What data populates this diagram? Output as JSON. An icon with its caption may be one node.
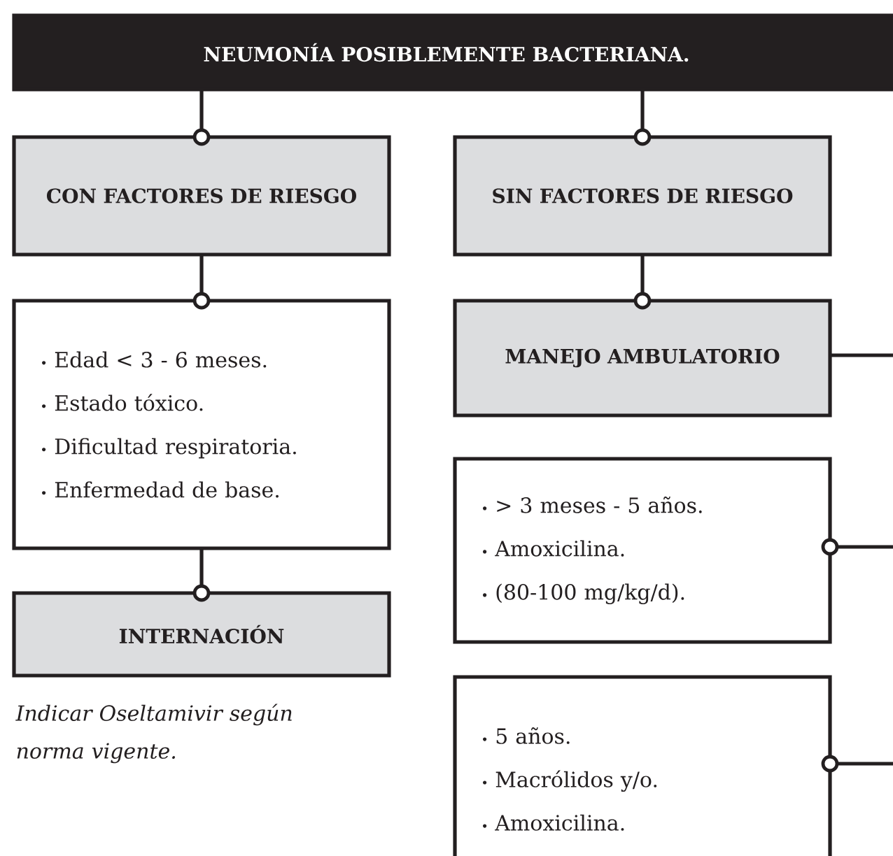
{
  "diagram": {
    "nodes": [
      {
        "text": [
          "NEUMONÍA POSIBLEMENTE BACTERIANA."
        ]
      },
      {
        "text": [
          "CON FACTORES DE RIESGO"
        ]
      },
      {
        "text": [
          "SIN FACTORES DE RIESGO"
        ]
      },
      {
        "text": [
          "Edad < 3 - 6 meses.",
          "Estado tóxico.",
          "Dificultad respiratoria.",
          "Enfermedad de base."
        ]
      },
      {
        "text": [
          "INTERNACIÓN"
        ]
      },
      {
        "text": [
          "MANEJO AMBULATORIO"
        ]
      },
      {
        "text": [
          "> 3 meses - 5 años.",
          "Amoxicilina.",
          "(80-100 mg/kg/d)."
        ]
      },
      {
        "text": [
          "5 años.",
          "Macrólidos y/o.",
          "Amoxicilina."
        ]
      }
    ],
    "edges": [
      {
        "from": 0,
        "to": 1,
        "arrow": "other"
      },
      {
        "from": 0,
        "to": 2,
        "arrow": "other"
      },
      {
        "from": 1,
        "to": 3,
        "arrow": "other"
      },
      {
        "from": 3,
        "to": 4,
        "arrow": "other"
      },
      {
        "from": 2,
        "to": 5,
        "arrow": "other"
      },
      {
        "from": 5,
        "to": null,
        "arrow": "none"
      },
      {
        "from": 6,
        "to": null,
        "arrow": "other"
      },
      {
        "from": 7,
        "to": null,
        "arrow": "other"
      }
    ],
    "labels": [
      "Indicar Oseltamivir según norma vigente."
    ]
  }
}
